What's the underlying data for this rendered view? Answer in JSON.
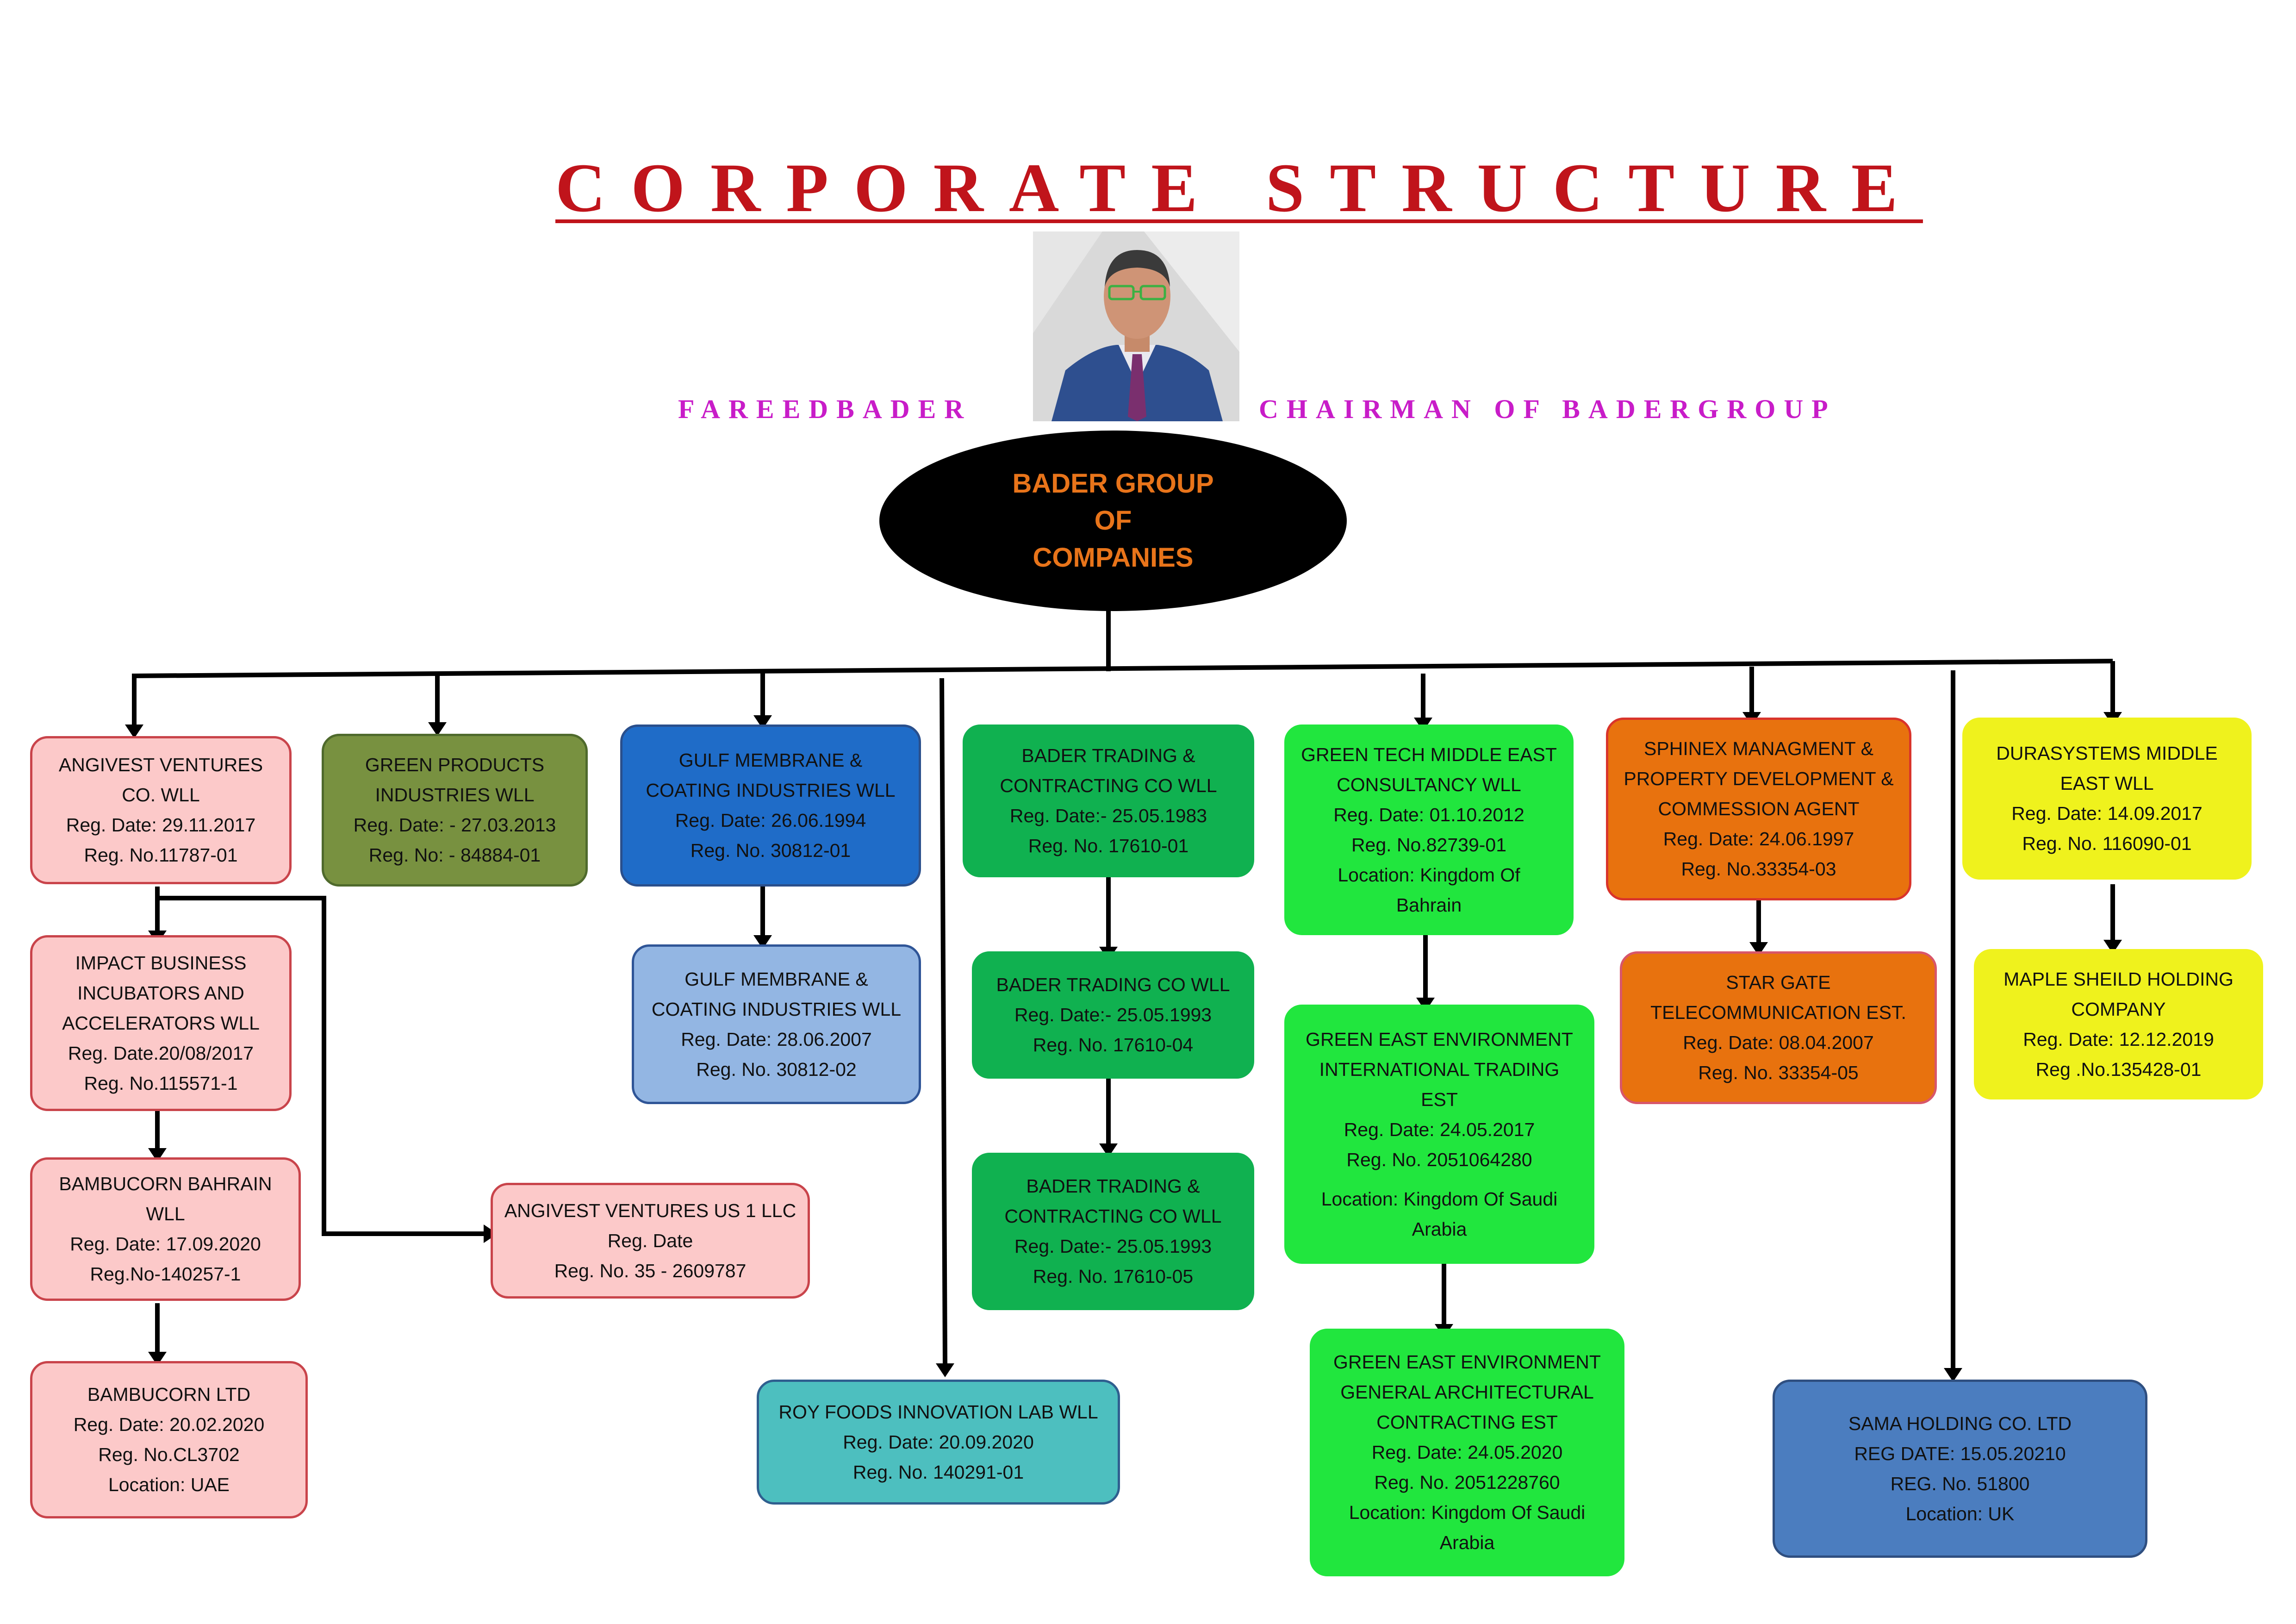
{
  "title": "CORPORATE STRUCTURE",
  "chairman": {
    "name": "FAREEDBADER",
    "role": "CHAIRMAN OF BADERGROUP"
  },
  "root": {
    "lines": [
      "BADER GROUP",
      "OF",
      "COMPANIES"
    ]
  },
  "colors": {
    "title": "#c0141b",
    "chairman_text": "#c81cc8",
    "root_text": "#e8741a",
    "pink": "#fcc9c9",
    "olive": "#789140",
    "blue": "#1f6cc8",
    "light_blue": "#93b6e3",
    "dark_green": "#10b150",
    "bright_green": "#21e63e",
    "orange": "#e8720e",
    "yellow": "#eff21d",
    "teal": "#4dbfbf",
    "steel_blue": "#4b7dbf"
  },
  "companies": [
    {
      "id": "angivest",
      "lines": [
        "ANGIVEST VENTURES",
        "CO. WLL",
        "Reg. Date: 29.11.2017",
        "Reg. No.11787-01"
      ]
    },
    {
      "id": "impact",
      "lines": [
        "IMPACT BUSINESS",
        "INCUBATORS AND",
        "ACCELERATORS WLL",
        "Reg.  Date.20/08/2017",
        "Reg. No.115571-1"
      ]
    },
    {
      "id": "bambucorn-bahrain",
      "lines": [
        "BAMBUCORN BAHRAIN",
        "WLL",
        "Reg. Date: 17.09.2020",
        "Reg.No-140257-1"
      ]
    },
    {
      "id": "bambucorn-ltd",
      "lines": [
        "BAMBUCORN LTD",
        "Reg. Date: 20.02.2020",
        "Reg. No.CL3702",
        "Location: UAE"
      ]
    },
    {
      "id": "angivest-us",
      "lines": [
        "ANGIVEST VENTURES US 1 LLC",
        "Reg. Date",
        "Reg. No. 35 - 2609787"
      ]
    },
    {
      "id": "green-products",
      "lines": [
        "GREEN PRODUCTS",
        "INDUSTRIES WLL",
        "Reg. Date: - 27.03.2013",
        "Reg. No: - 84884-01"
      ]
    },
    {
      "id": "gulf-membrane-1",
      "lines": [
        "GULF MEMBRANE &",
        "COATING INDUSTRIES WLL",
        "Reg. Date: 26.06.1994",
        "Reg. No. 30812-01"
      ]
    },
    {
      "id": "gulf-membrane-2",
      "lines": [
        "GULF MEMBRANE &",
        "COATING INDUSTRIES WLL",
        "Reg. Date: 28.06.2007",
        "Reg. No. 30812-02"
      ]
    },
    {
      "id": "roy-foods",
      "lines": [
        "ROY FOODS INNOVATION LAB WLL",
        "Reg. Date: 20.09.2020",
        "Reg. No. 140291-01"
      ]
    },
    {
      "id": "bader-trading-1",
      "lines": [
        "BADER TRADING &",
        "CONTRACTING CO WLL",
        "Reg. Date:- 25.05.1983",
        "Reg. No. 17610-01"
      ]
    },
    {
      "id": "bader-trading-2",
      "lines": [
        "BADER TRADING CO WLL",
        "Reg. Date:- 25.05.1993",
        "Reg. No. 17610-04"
      ]
    },
    {
      "id": "bader-trading-3",
      "lines": [
        "BADER TRADING &",
        "CONTRACTING CO WLL",
        "Reg. Date:- 25.05.1993",
        "Reg. No. 17610-05"
      ]
    },
    {
      "id": "green-tech",
      "lines": [
        "GREEN TECH MIDDLE EAST",
        "CONSULTANCY WLL",
        "Reg. Date: 01.10.2012",
        "Reg. No.82739-01",
        "Location: Kingdom Of",
        "Bahrain"
      ]
    },
    {
      "id": "green-east-trading",
      "lines": [
        "GREEN EAST ENVIRONMENT",
        "INTERNATIONAL TRADING",
        "EST",
        "Reg. Date: 24.05.2017",
        "Reg. No. 2051064280",
        "",
        "Location: Kingdom Of Saudi",
        "Arabia"
      ]
    },
    {
      "id": "green-east-contracting",
      "lines": [
        "GREEN EAST ENVIRONMENT",
        "GENERAL ARCHITECTURAL",
        "CONTRACTING EST",
        "Reg. Date: 24.05.2020",
        "Reg. No. 2051228760",
        "Location: Kingdom Of Saudi",
        "Arabia"
      ]
    },
    {
      "id": "sphinex",
      "lines": [
        "SPHINEX MANAGMENT &",
        "PROPERTY DEVELOPMENT &",
        "COMMESSION AGENT",
        "Reg. Date: 24.06.1997",
        "Reg.  No.33354-03"
      ]
    },
    {
      "id": "star-gate",
      "lines": [
        "STAR GATE",
        "TELECOMMUNICATION EST.",
        "Reg. Date: 08.04.2007",
        "Reg. No. 33354-05"
      ]
    },
    {
      "id": "sama",
      "lines": [
        "SAMA HOLDING CO. LTD",
        "REG DATE: 15.05.20210",
        "REG. No. 51800",
        "Location: UK"
      ]
    },
    {
      "id": "durasystems",
      "lines": [
        "DURASYSTEMS MIDDLE",
        "EAST WLL",
        "Reg. Date: 14.09.2017",
        "Reg. No. 116090-01"
      ]
    },
    {
      "id": "maple",
      "lines": [
        "MAPLE SHEILD HOLDING",
        "COMPANY",
        "Reg. Date: 12.12.2019",
        "Reg .No.135428-01"
      ]
    }
  ]
}
